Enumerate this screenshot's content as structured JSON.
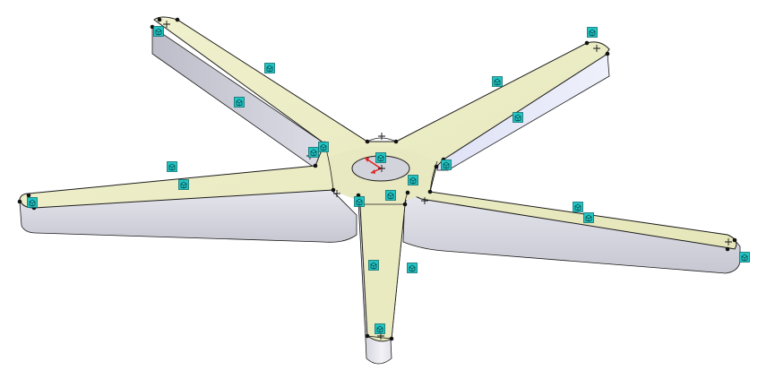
{
  "viewport": {
    "background": "#ffffff"
  },
  "colors": {
    "top_face": "#ecedc4",
    "top_face_shade": "#dcdcaa",
    "side_face": "#d9d9e3",
    "side_face_dark": "#c4c4d0",
    "side_face_blue": "#e3e6f7",
    "hub_hole": "#d3d3db",
    "edge": "#1c1c1c",
    "vertex": "#111111",
    "origin_axis": "#e02020",
    "feature_icon_bg": "#22c4c4",
    "feature_icon_border": "#0f6f6f"
  },
  "icons": {
    "feature_marker": "cube-feature-icon",
    "vertex": "vertex-point",
    "reference_cross": "plus-cross-icon",
    "origin": "origin-triad-icon"
  },
  "model": {
    "arms": [
      "arm-upper-left",
      "arm-upper-right",
      "arm-left",
      "arm-right",
      "arm-bottom"
    ],
    "feature_marker_count": 22,
    "vertex_count": 24
  }
}
